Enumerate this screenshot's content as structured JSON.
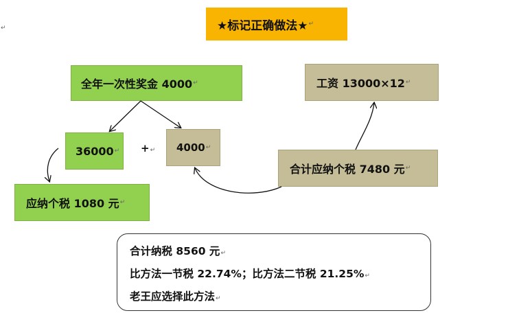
{
  "title": "★标记正确做法★",
  "nodes": {
    "bonus": "全年一次性奖金 4000",
    "part1": "36000",
    "part2": "4000",
    "tax1": "应纳个税 1080 元",
    "salary": "工资 13000×12",
    "total_tax": "合计应纳个税 7480 元"
  },
  "plus_sign": "+",
  "paragraph_mark": "↵",
  "summary": {
    "line1": "合计纳税 8560 元",
    "line2": "比方法一节税 22.74%；比方法二节税 21.25%",
    "line3": "老王应选择此方法"
  }
}
